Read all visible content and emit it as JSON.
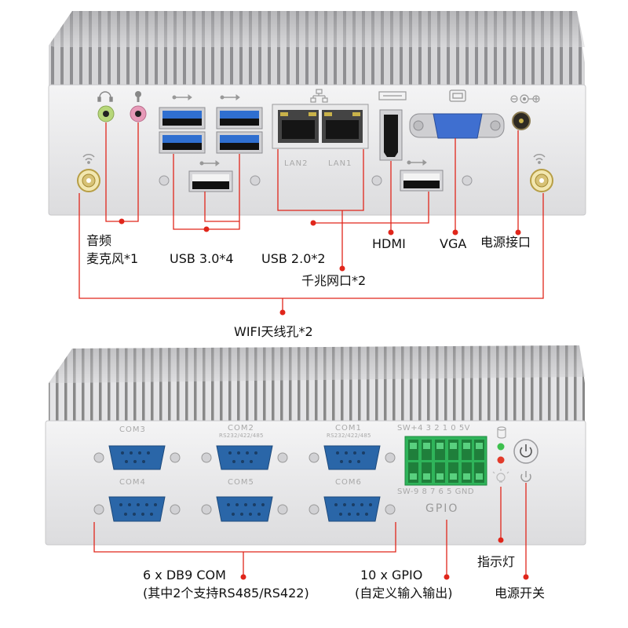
{
  "rear_panel": {
    "port_labels": {
      "lan2": "LAN2",
      "lan1": "LAN1"
    },
    "callouts": {
      "audio_line1": "音频",
      "audio_line2": "麦克风*1",
      "usb3": "USB 3.0*4",
      "usb2": "USB 2.0*2",
      "lan": "千兆网口*2",
      "hdmi": "HDMI",
      "vga": "VGA",
      "power_port": "电源接口",
      "wifi": "WIFI天线孔*2"
    }
  },
  "front_panel": {
    "port_labels": {
      "com3": "COM3",
      "com2": "COM2",
      "com2_sub": "RS232/422/485",
      "com1": "COM1",
      "com1_sub": "RS232/422/485",
      "com4": "COM4",
      "com5": "COM5",
      "com6": "COM6",
      "gpio_top": "SW+4 3 2 1 0 5V",
      "gpio_bottom": "SW-9 8 7 6 5 GND",
      "gpio": "GPIO"
    },
    "callouts": {
      "com_line1": "6 x DB9 COM",
      "com_line2": "(其中2个支持RS485/RS422)",
      "gpio_line1": "10 x GPIO",
      "gpio_line2": "(自定义输入输出)",
      "indicator": "指示灯",
      "power_switch": "电源开关"
    }
  },
  "colors": {
    "callout_line": "#e0261b",
    "usb3_blue": "#2f6fd0",
    "db9_blue": "#2a66a8",
    "terminal_green": "#2fb45a",
    "led_green": "#3ec04e",
    "led_red": "#e23a2a",
    "audio_green": "#b7d77a",
    "audio_pink": "#e79ab8",
    "vga_blue": "#3f6fd0"
  },
  "icons": [
    "wifi-icon",
    "headphone-icon",
    "microphone-icon",
    "usb-icon",
    "network-icon",
    "hdmi-icon",
    "vga-icon",
    "dc-polarity-icon",
    "cylinder-icon",
    "bulb-icon",
    "power-icon"
  ]
}
